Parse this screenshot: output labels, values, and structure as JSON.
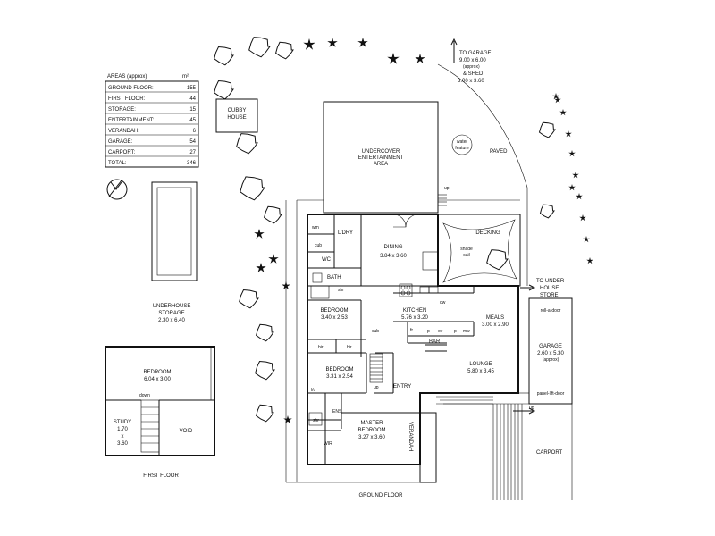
{
  "areas": {
    "title": "AREAS (approx)",
    "unit": "m²",
    "rows": [
      {
        "label": "GROUND FLOOR:",
        "value": "155"
      },
      {
        "label": "FIRST FLOOR:",
        "value": "44"
      },
      {
        "label": "STORAGE:",
        "value": "15"
      },
      {
        "label": "ENTERTAINMENT:",
        "value": "45"
      },
      {
        "label": "VERANDAH:",
        "value": "6"
      },
      {
        "label": "GARAGE:",
        "value": "54"
      },
      {
        "label": "CARPORT:",
        "value": "27"
      },
      {
        "label": "TOTAL:",
        "value": "346"
      }
    ]
  },
  "labels": {
    "cubby": [
      "CUBBY",
      "HOUSE"
    ],
    "to_garage": [
      "TO GARAGE",
      "9.00 x 6.00",
      "(approx)",
      "& SHED",
      "3.00 x 3.60"
    ],
    "undercover": [
      "UNDERCOVER",
      "ENTERTAINMENT",
      "AREA"
    ],
    "water": [
      "water",
      "feature"
    ],
    "paved": "PAVED",
    "up": "up",
    "wm": "wm",
    "ldry": "L'DRY",
    "cub": "cub",
    "wc": "WC",
    "bath": "BATH",
    "shr": "shr",
    "dining_name": "DINING",
    "dining_size": "3.84 x 3.60",
    "decking": "DECKING",
    "shade": [
      "shade",
      "sail"
    ],
    "to_underhouse": [
      "TO UNDER-",
      "HOUSE",
      "STORE"
    ],
    "dw": "dw",
    "bedroom_name": "BEDROOM",
    "bed2_size": "3.40 x 2.53",
    "kitchen_name": "KITCHEN",
    "kitchen_size": "5.76 x 3.20",
    "meals_name": "MEALS",
    "meals_size": "3.00 x 2.90",
    "roll_door": "roll-a-door",
    "fr": "fr",
    "p": "p",
    "ov": "ov",
    "mw": "mw",
    "bar": "BAR",
    "bir": "bir",
    "bed3_size": "3.31 x 2.54",
    "lounge_name": "LOUNGE",
    "lounge_size": "5.80 x 3.45",
    "garage_name": "GARAGE",
    "garage_size": "2.60 x 5.30",
    "garage_approx": "(approx)",
    "panel_door": "panel-lift-door",
    "lc": "l/c",
    "entry": "ENTRY",
    "ens": "ENS",
    "verandah": "VERANDAH",
    "master_name": [
      "MASTER",
      "BEDROOM"
    ],
    "master_size": "3.27 x 3.60",
    "wir": "WIR",
    "carport": "CARPORT",
    "ground_floor": "GROUND FLOOR",
    "underhouse": [
      "UNDERHOUSE",
      "STORAGE",
      "2.30 x 6.40"
    ],
    "fl_bed_name": "BEDROOM",
    "fl_bed_size": "6.04 x 3.00",
    "down": "down",
    "study": [
      "STUDY",
      "1.70",
      "x",
      "3.60"
    ],
    "void": "VOID",
    "first_floor": "FIRST FLOOR"
  }
}
